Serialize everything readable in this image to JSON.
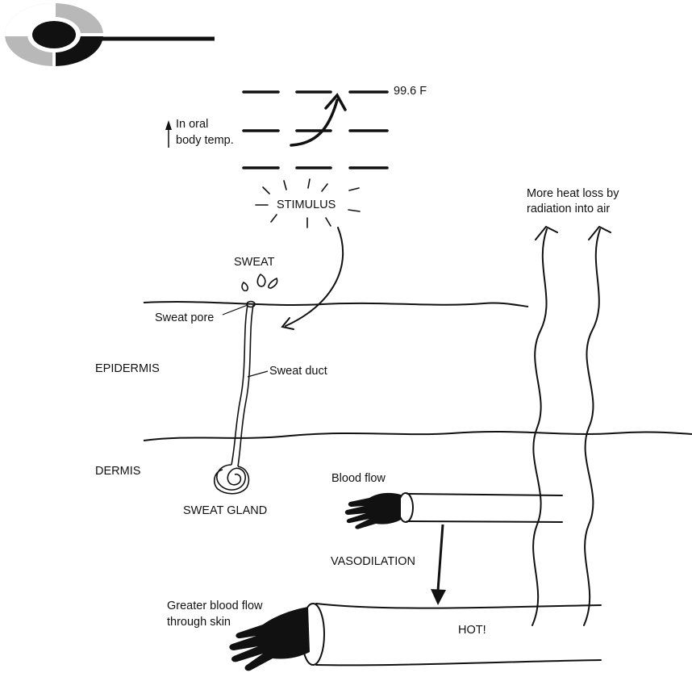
{
  "colors": {
    "ink": "#111111",
    "logo_gray": "#b8b8b8",
    "background": "#ffffff"
  },
  "icons": {
    "logo": "disc-logo-icon"
  },
  "labels": {
    "temp": "99.6 F",
    "oral_temp_line1": "In oral",
    "oral_temp_line2": "body temp.",
    "stimulus": "STIMULUS",
    "heat_loss_line1": "More heat loss by",
    "heat_loss_line2": "radiation into air",
    "sweat": "SWEAT",
    "sweat_pore": "Sweat pore",
    "epidermis": "EPIDERMIS",
    "sweat_duct": "Sweat duct",
    "dermis": "DERMIS",
    "sweat_gland": "SWEAT GLAND",
    "blood_flow": "Blood flow",
    "vasodilation": "VASODILATION",
    "greater_flow_line1": "Greater blood flow",
    "greater_flow_line2": "through skin",
    "hot": "HOT!"
  }
}
